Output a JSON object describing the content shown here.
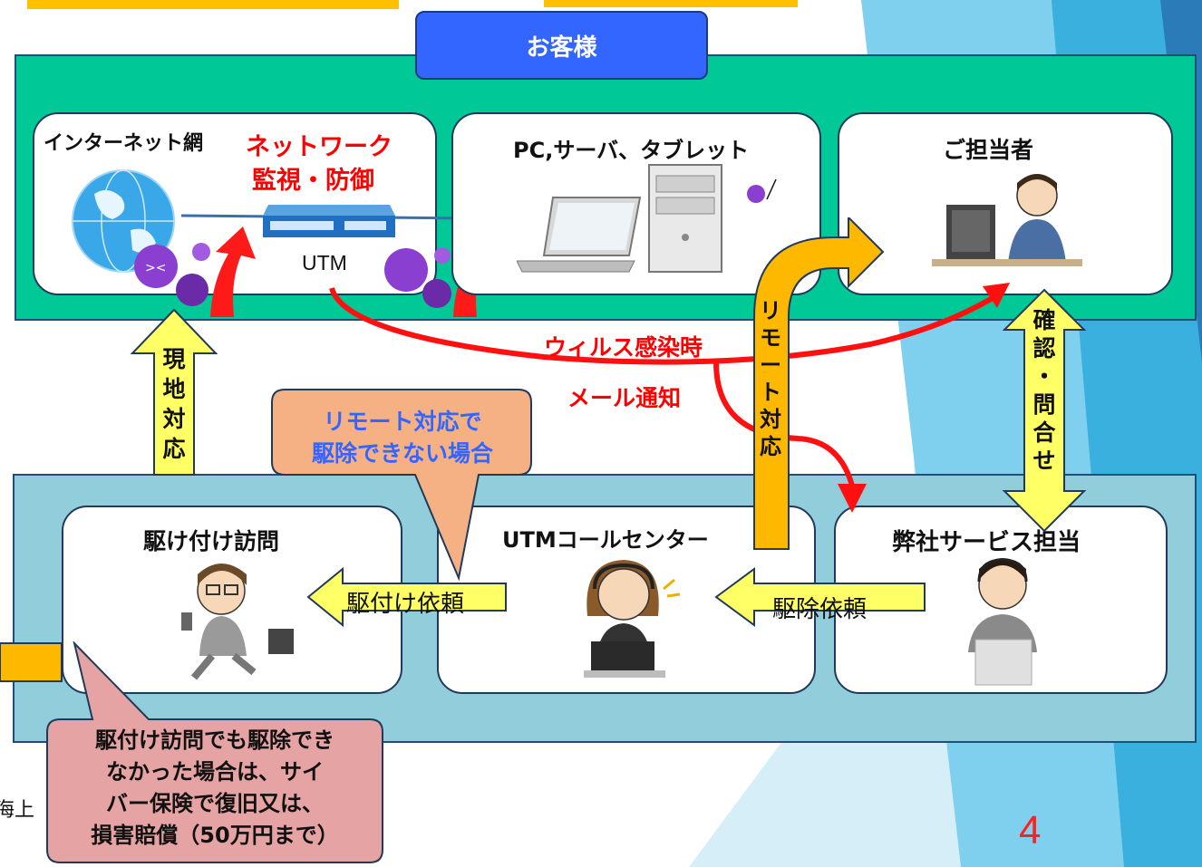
{
  "title_partial": "",
  "customer": {
    "label": "お客様"
  },
  "cards": {
    "internet": {
      "title": "インターネット網",
      "network_line1": "ネットワーク",
      "network_line2": "監視・防御",
      "device_label": "UTM"
    },
    "devices": {
      "title": "PC,サーバ、タブレット"
    },
    "person_in_charge": {
      "title": "ご担当者"
    },
    "visit": {
      "title": "駆け付け訪問"
    },
    "call_center": {
      "title": "UTMコールセンター"
    },
    "service": {
      "title": "弊社サービス担当"
    }
  },
  "arrows": {
    "onsite": [
      "現",
      "地",
      "対",
      "応"
    ],
    "remote": [
      "リ",
      "モ",
      "ー",
      "ト",
      "対",
      "応"
    ],
    "confirm": [
      "確",
      "認",
      "・",
      "問",
      "合",
      "せ"
    ],
    "visit_request": "駆付け依頼",
    "removal_request": "駆除依頼",
    "virus_infection": "ウィルス感染時",
    "mail_notice": "メール通知"
  },
  "callouts": {
    "remote_fail_line1": "リモート対応で",
    "remote_fail_line2": "駆除できない場合",
    "insurance_line1": "駆付け訪問でも駆除でき",
    "insurance_line2": "なかった場合は、サイ",
    "insurance_line3": "バー保険で復旧又は、",
    "insurance_line4": "損害賠償（50万円まで）"
  },
  "left_edge_text": "海上",
  "page_number": "4",
  "colors": {
    "top_panel": "#00c896",
    "bottom_panel": "#92cddc",
    "customer_box": "#3366ff",
    "yellow_arrow": "#ffff66",
    "orange_arrow": "#ffb800",
    "red": "#ff0000"
  }
}
